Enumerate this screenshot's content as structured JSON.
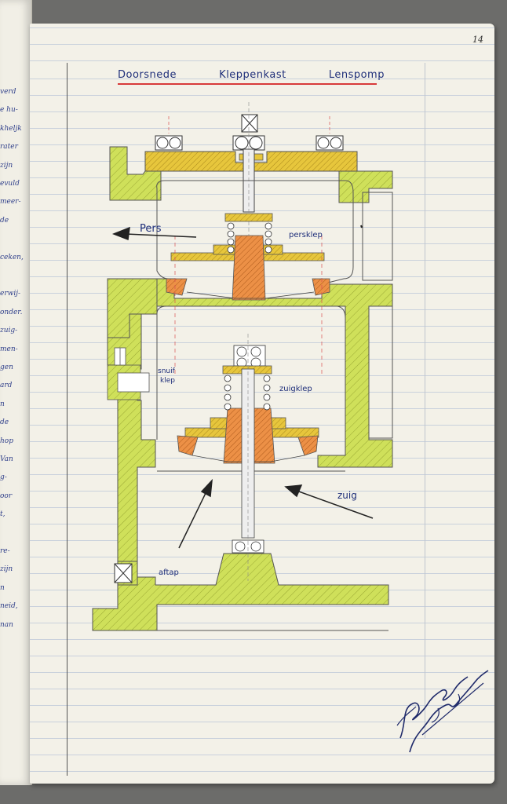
{
  "page_number": "14",
  "title": {
    "word1": "Doorsnede",
    "word2": "Kleppenkast",
    "word3": "Lenspomp"
  },
  "labels": {
    "pers": "Pers",
    "persklep": "persklep",
    "snuif_klep_line1": "snuif",
    "snuif_klep_line2": "klep",
    "zuigklep": "zuigklep",
    "zuig": "zuig",
    "aftap": "aftap"
  },
  "left_page_fragments": [
    "verd",
    "e hu-",
    "kheljk",
    "rater",
    "zijn",
    "evuld",
    "meer-",
    "de",
    "",
    "ceken,",
    "",
    "erwij-",
    "onder.",
    "zuig-",
    "men-",
    "gen",
    "ard",
    "n",
    "de",
    "hop",
    "Van",
    "g-",
    "oor",
    "t,",
    "",
    "re-",
    "zijn",
    "n",
    "neid,",
    "nan"
  ],
  "colors": {
    "ink": "#1f2f7a",
    "casting": "#cfe05a",
    "bronze": "#e7c63c",
    "copper": "#ec9046",
    "underline": "#d83a3a"
  }
}
